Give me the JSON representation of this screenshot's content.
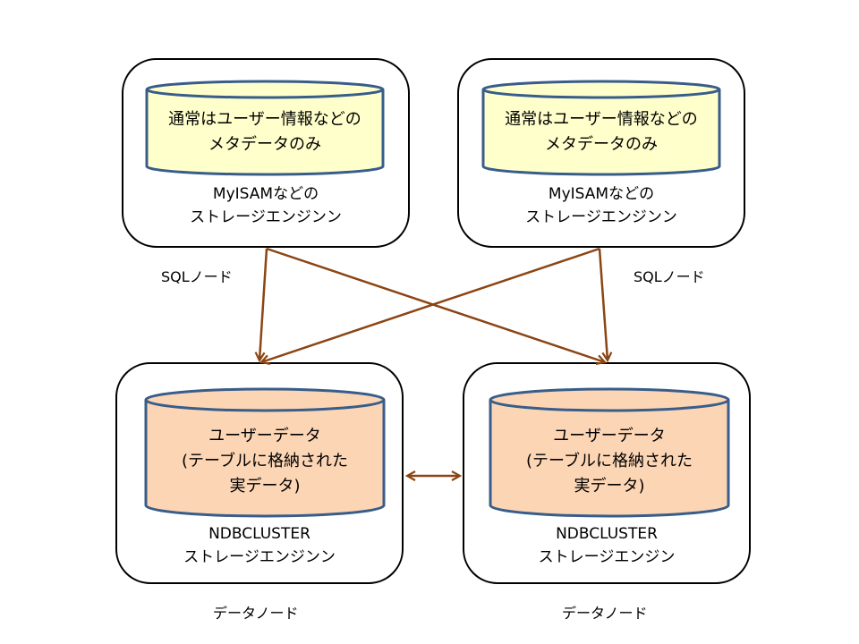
{
  "sql_nodes": [
    {
      "db_line1": "通常はユーザー情報などの",
      "db_line2": "メタデータのみ",
      "engine_line1": "MyISAMなどの",
      "engine_line2": "ストレージエンジンン",
      "node_label": "SQLノード"
    },
    {
      "db_line1": "通常はユーザー情報などの",
      "db_line2": "メタデータのみ",
      "engine_line1": "MyISAMなどの",
      "engine_line2": "ストレージエンジンン",
      "node_label": "SQLノード"
    }
  ],
  "data_nodes": [
    {
      "db_line1": "ユーザーデータ",
      "db_line2": "(テーブルに格納された",
      "db_line3": "実データ)",
      "engine_line1": "NDBCLUSTER",
      "engine_line2": "ストレージエンジンン",
      "node_label": "データノード"
    },
    {
      "db_line1": "ユーザーデータ",
      "db_line2": "(テーブルに格納された",
      "db_line3": "実データ)",
      "engine_line1": "NDBCLUSTER",
      "engine_line2": "ストレージエンジン",
      "node_label": "データノード"
    }
  ],
  "colors": {
    "sql_db_fill": "#ffffcc",
    "data_db_fill": "#fcd5b5",
    "cylinder_stroke": "#385d8a",
    "arrow": "#8b4513"
  }
}
